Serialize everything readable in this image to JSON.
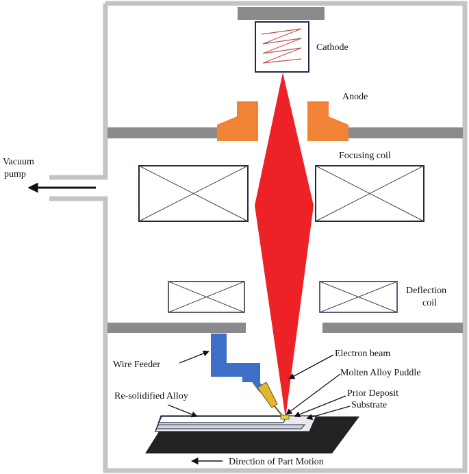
{
  "labels": {
    "cathode": "Cathode",
    "anode": "Anode",
    "focusing_coil": "Focusing coil",
    "vacuum_line1": "Vacuum",
    "vacuum_line2": "pump",
    "deflection_line1": "Deflection",
    "deflection_line2": "coil",
    "wire_feeder": "Wire Feeder",
    "electron_beam": "Electron beam",
    "molten_alloy_puddle": "Molten Alloy Puddle",
    "resolidified_alloy": "Re-solidified Alloy",
    "prior_deposit": "Prior Deposit",
    "substrate": "Substrate",
    "direction_of_part_motion": "Direction of Part Motion"
  },
  "colors": {
    "chamber_wall": "#c4c4c4",
    "plate": "#8a8a8a",
    "anode": "#f08434",
    "beam": "#ec2227",
    "wire_feeder": "#3d6fc6",
    "nozzle": "#e3b62b",
    "coil_border": "#1f2a44",
    "cathode_filament": "#c0504d",
    "base": "#222222",
    "text": "#111111"
  }
}
